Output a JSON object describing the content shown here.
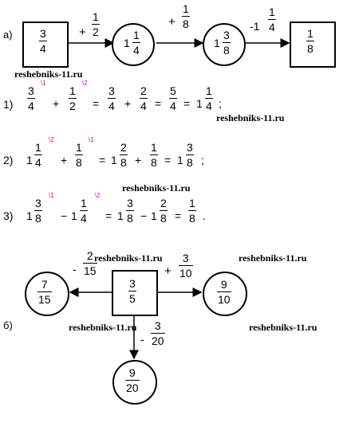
{
  "labels": {
    "part_a": "a)",
    "part_b": "б)"
  },
  "watermark": "reshebniks-11.ru",
  "diagram_a": {
    "start": {
      "num": "3",
      "den": "4"
    },
    "op1": {
      "sign": "+",
      "num": "1",
      "den": "2"
    },
    "node1": {
      "whole": "1",
      "num": "1",
      "den": "4"
    },
    "op2": {
      "sign": "+",
      "num": "1",
      "den": "8"
    },
    "node2": {
      "whole": "1",
      "num": "3",
      "den": "8"
    },
    "op3": {
      "sign": "-1",
      "num": "1",
      "den": "4"
    },
    "end": {
      "num": "1",
      "den": "8"
    }
  },
  "steps": [
    {
      "n": "1)",
      "mult1": "\\1",
      "mult2": "\\2"
    },
    {
      "n": "2)",
      "mult1": "\\2",
      "mult2": "\\1"
    },
    {
      "n": "3)",
      "mult1": "\\1",
      "mult2": "\\2"
    }
  ],
  "diagram_b": {
    "center": {
      "num": "3",
      "den": "5"
    },
    "left": {
      "num": "7",
      "den": "15"
    },
    "left_op": {
      "sign": "-",
      "num": "2",
      "den": "15"
    },
    "right": {
      "num": "9",
      "den": "10"
    },
    "right_op": {
      "sign": "+",
      "num": "3",
      "den": "10"
    },
    "bottom": {
      "num": "9",
      "den": "20"
    },
    "bottom_op": {
      "sign": "-",
      "num": "3",
      "den": "20"
    }
  }
}
